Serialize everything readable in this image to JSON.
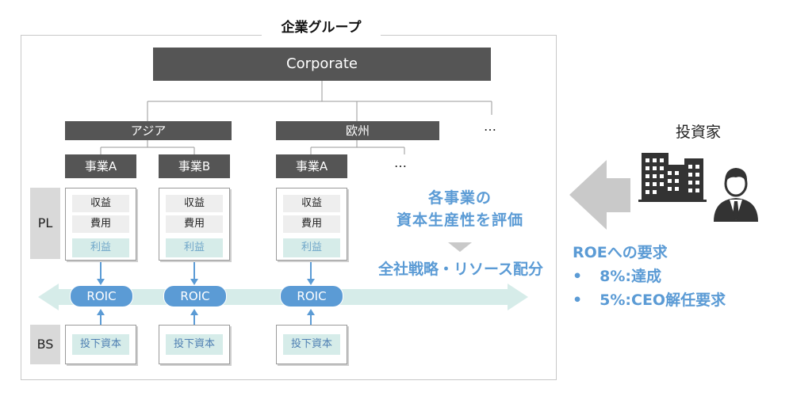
{
  "group": {
    "title": "企業グループ"
  },
  "corporate": {
    "label": "Corporate"
  },
  "regions": [
    {
      "label": "アジア"
    },
    {
      "label": "欧州"
    }
  ],
  "region_ellipsis": "…",
  "businesses": [
    {
      "label": "事業A"
    },
    {
      "label": "事業B"
    },
    {
      "label": "事業A"
    }
  ],
  "business_ellipsis": "…",
  "side_labels": {
    "pl": "PL",
    "bs": "BS"
  },
  "pl_items": {
    "revenue": "収益",
    "cost": "費用",
    "profit": "利益"
  },
  "roic_label": "ROIC",
  "bs_item": "投下資本",
  "evaluation": {
    "line1": "各事業の",
    "line2": "資本生産性を評価"
  },
  "strategy": "全社戦略・リソース配分",
  "investor": {
    "title": "投資家"
  },
  "roe": {
    "heading": "ROEへの要求",
    "items": [
      {
        "bullet": "•",
        "text": "8%:達成"
      },
      {
        "bullet": "•",
        "text": "5%:CEO解任要求"
      }
    ]
  },
  "colors": {
    "dark_box": "#555555",
    "accent_blue": "#5b9bd5",
    "teal_light": "#d6ece9",
    "gray_arrow": "#c9c9c9"
  }
}
